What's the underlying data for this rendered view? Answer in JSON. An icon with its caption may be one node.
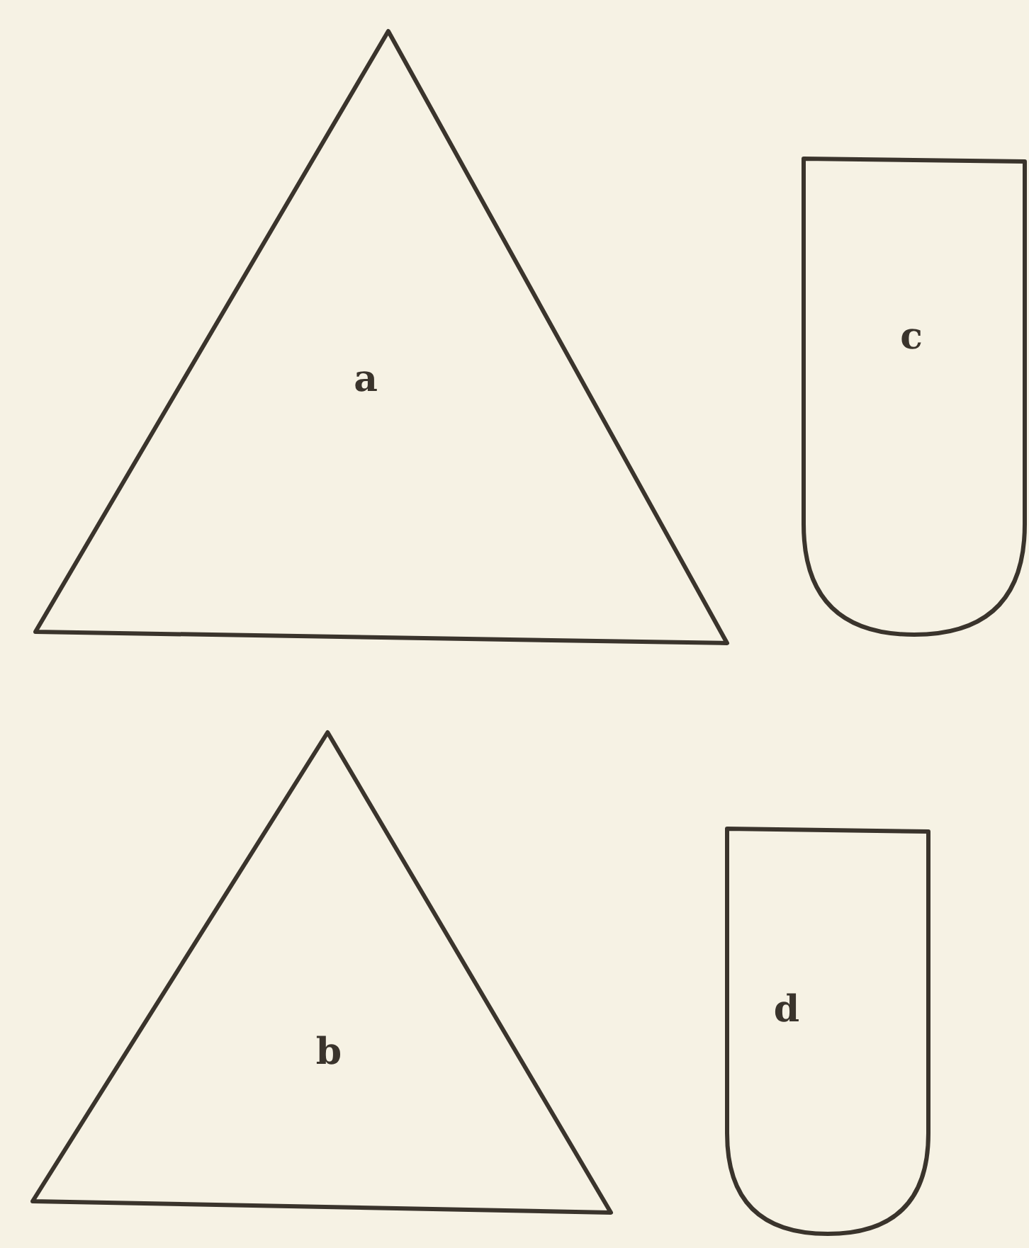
{
  "diagram": {
    "nodes": [
      {
        "text": [
          "a"
        ]
      },
      {
        "text": [
          "c"
        ]
      },
      {
        "text": [
          "b"
        ]
      },
      {
        "text": [
          "d"
        ]
      }
    ]
  }
}
